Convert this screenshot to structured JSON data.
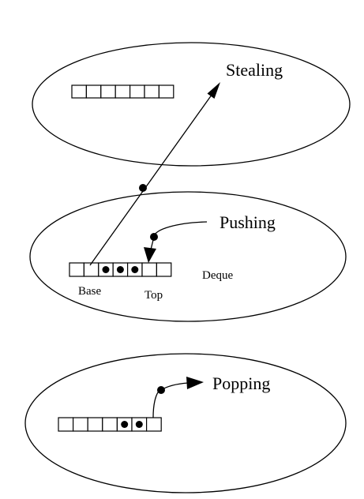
{
  "labels": {
    "stealing": "Stealing",
    "pushing": "Pushing",
    "popping": "Popping",
    "deque": "Deque",
    "base": "Base",
    "top": "Top"
  },
  "deques": {
    "stealing": {
      "cells": 7,
      "filled": []
    },
    "pushing": {
      "cells": 7,
      "filled": [
        2,
        3,
        4
      ]
    },
    "popping": {
      "cells": 7,
      "filled": [
        4,
        5
      ]
    }
  }
}
